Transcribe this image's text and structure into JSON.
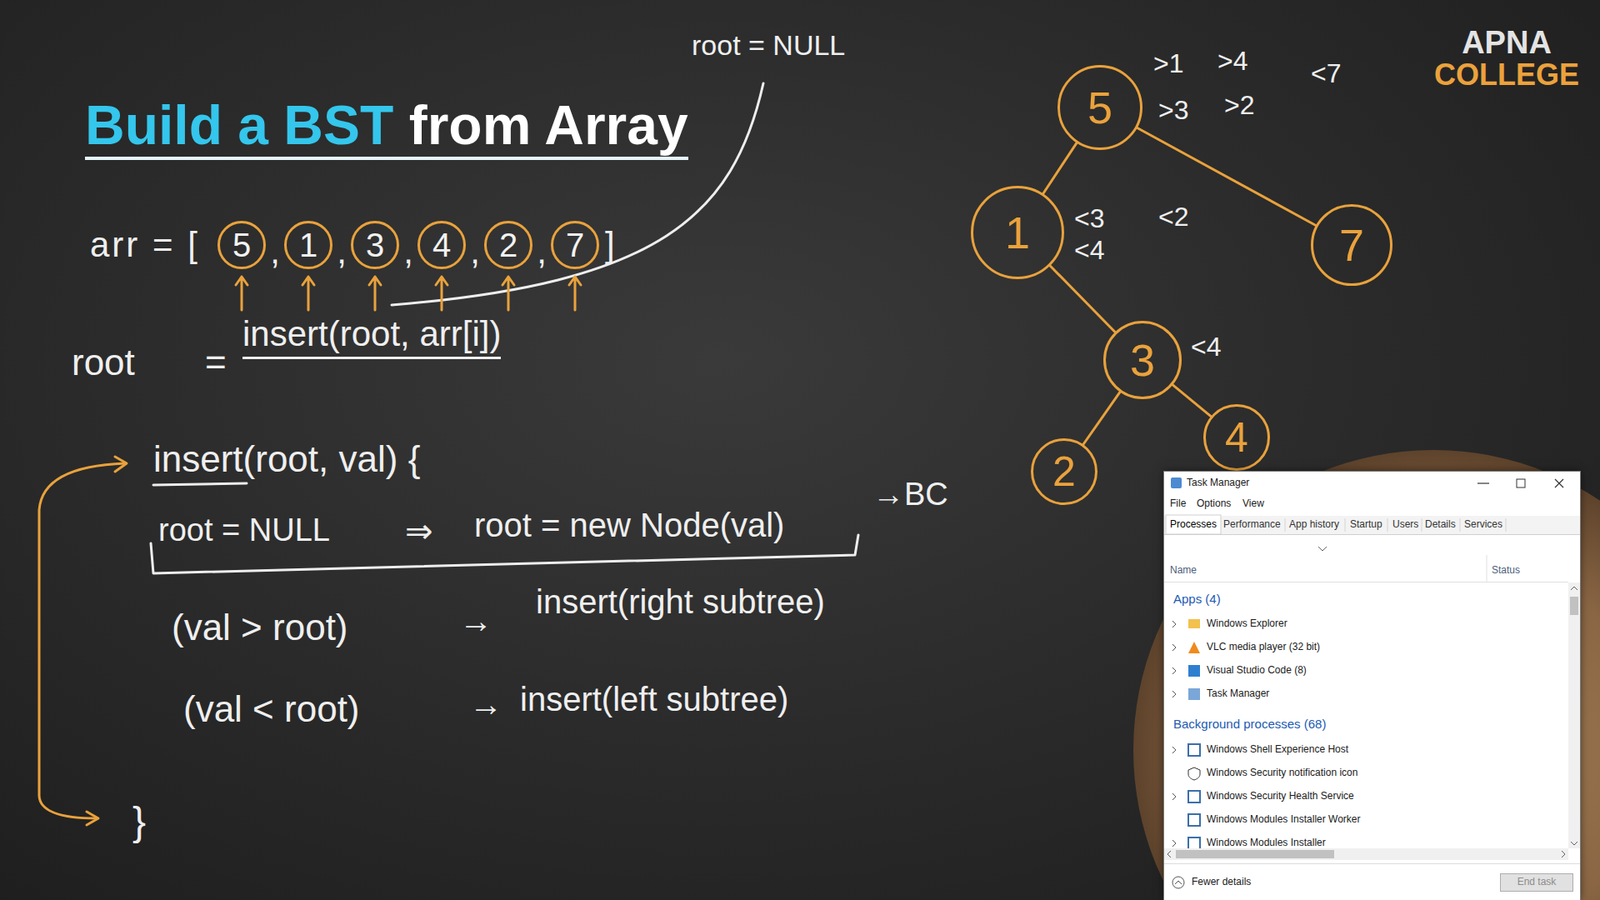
{
  "diagram": {
    "title": "Build a BST from Array",
    "nodes": [
      {
        "text": [
          "5"
        ]
      },
      {
        "text": [
          "1"
        ]
      },
      {
        "text": [
          "3"
        ]
      },
      {
        "text": [
          "4"
        ]
      },
      {
        "text": [
          "2"
        ]
      },
      {
        "text": [
          "7"
        ]
      },
      {
        "text": [
          "5"
        ]
      },
      {
        "text": [
          "1"
        ]
      },
      {
        "text": [
          "7"
        ]
      },
      {
        "text": [
          "3"
        ]
      },
      {
        "text": [
          "2"
        ]
      },
      {
        "text": [
          "4"
        ]
      }
    ],
    "edges": [
      {
        "from": 6,
        "to": 7,
        "arrow": "none"
      },
      {
        "from": 6,
        "to": 8,
        "arrow": "none"
      },
      {
        "from": 7,
        "to": 9,
        "arrow": "none"
      },
      {
        "from": 9,
        "to": 10,
        "arrow": "none"
      },
      {
        "from": 9,
        "to": 11,
        "arrow": "none"
      }
    ],
    "labels": [
      "APNA",
      "COLLEGE",
      "root = NULL",
      ">1",
      ">4",
      "<7",
      ">3",
      ">2",
      "arr = [",
      ",",
      ",",
      ",",
      ",",
      ",",
      "]",
      "<3",
      "<2",
      "<4",
      "root",
      "=",
      "insert(root, arr[i])",
      "<4",
      "insert(root, val) {",
      "→BC",
      "root = NULL",
      "⇒",
      "root = new Node(val)",
      "(val > root)",
      "→",
      "insert(right subtree)",
      "(val < root)",
      "→",
      "insert(left subtree)",
      "}",
      "Task Manager",
      "File",
      "Options",
      "View",
      "Processes",
      "Performance",
      "App history",
      "Startup",
      "Users",
      "Details",
      "Services",
      "Name",
      "Status",
      "Apps (4)",
      "Windows Explorer",
      "VLC media player (32 bit)",
      "Visual Studio Code (8)",
      "Task Manager",
      "Background processes (68)",
      "Windows Shell Experience Host",
      "Windows Security notification icon",
      "Windows Security Health Service",
      "Windows Modules Installer Worker",
      "Windows Modules Installer",
      "Fewer details",
      "End task"
    ]
  }
}
